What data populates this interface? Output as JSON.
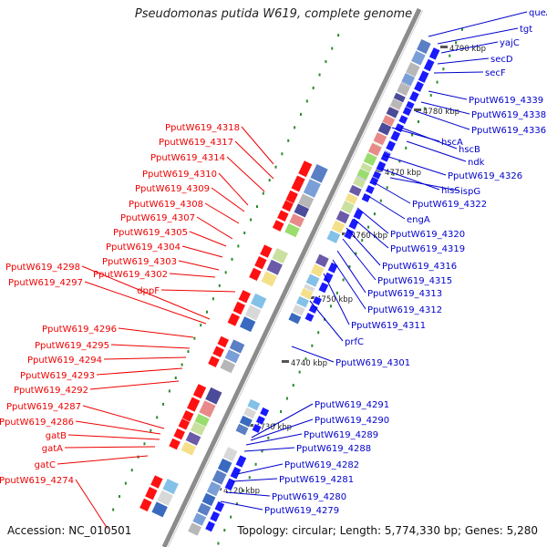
{
  "title": "Pseudomonas putida W619, complete genome",
  "footer": {
    "accession": "Accession: NC_010501",
    "info": "Topology: circular; Length: 5,774,330 bp; Genes: 5,280"
  },
  "colors": {
    "forward_label": "#0000cc",
    "reverse_label": "#ee0000",
    "backbone": "#8c8c8c",
    "tick_dots": "#2a8a2a",
    "forward_gene": "#1a1aff",
    "reverse_gene": "#ff1111"
  },
  "scale_labels": [
    "4790 kbp",
    "4780 kbp",
    "4770 kbp",
    "4760 kbp",
    "4750 kbp",
    "4740 kbp",
    "4730 kbp",
    "4720 kbp"
  ],
  "forward_genes": [
    "queA",
    "tgt",
    "yajC",
    "secD",
    "secF",
    "PputW619_4339",
    "PputW619_4338",
    "PputW619_4336",
    "hscA",
    "hscB",
    "ndk",
    "PputW619_4326",
    "hisS",
    "ispG",
    "PputW619_4322",
    "engA",
    "PputW619_4320",
    "PputW619_4319",
    "PputW619_4316",
    "PputW619_4315",
    "PputW619_4313",
    "PputW619_4312",
    "PputW619_4311",
    "prfC",
    "PputW619_4301",
    "PputW619_4291",
    "PputW619_4290",
    "PputW619_4289",
    "PputW619_4288",
    "PputW619_4282",
    "PputW619_4281",
    "PputW619_4280",
    "PputW619_4279"
  ],
  "reverse_genes": [
    "PputW619_4318",
    "PputW619_4317",
    "PputW619_4314",
    "PputW619_4310",
    "PputW619_4309",
    "PputW619_4308",
    "PputW619_4307",
    "PputW619_4305",
    "PputW619_4304",
    "PputW619_4303",
    "PputW619_4302",
    "PputW619_4298",
    "PputW619_4297",
    "dppF",
    "PputW619_4296",
    "PputW619_4295",
    "PputW619_4294",
    "PputW619_4293",
    "PputW619_4292",
    "PputW619_4287",
    "PputW619_4286",
    "gatB",
    "gatA",
    "gatC",
    "PputW619_4274"
  ]
}
